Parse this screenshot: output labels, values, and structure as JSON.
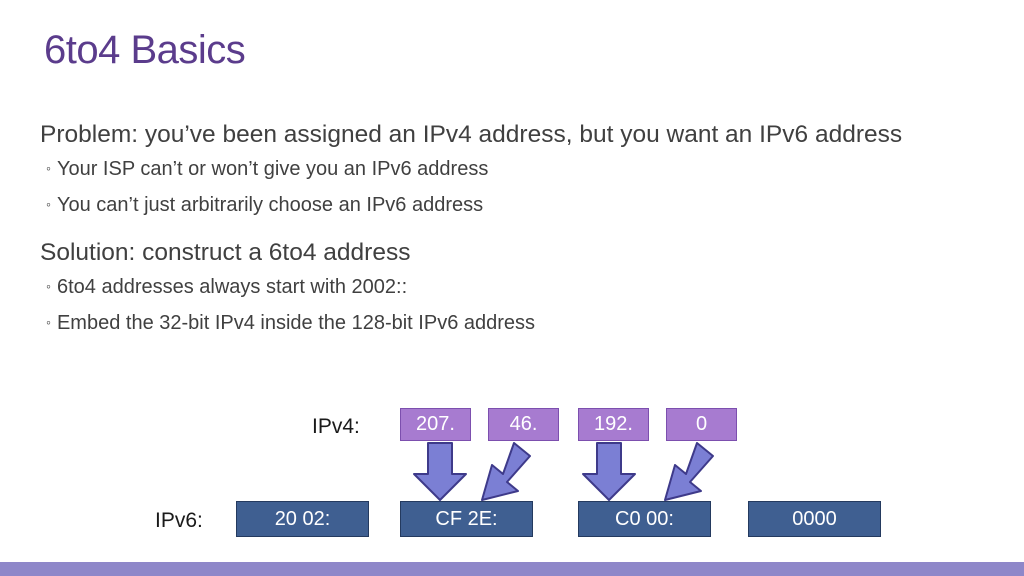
{
  "slide": {
    "title": "6to4 Basics",
    "bullets": [
      {
        "text": "Problem: you’ve been assigned an IPv4 address, but you want an IPv6 address",
        "sub": [
          "Your ISP can’t or won’t give you an IPv6 address",
          "You can’t just arbitrarily choose an IPv6 address"
        ]
      },
      {
        "text": "Solution: construct a 6to4 address",
        "sub": [
          "6to4 addresses always start with 2002::",
          "Embed the 32-bit IPv4 inside the 128-bit IPv6 address"
        ]
      }
    ],
    "bullet_glyph": "◦"
  },
  "diagram": {
    "ipv4_label": "IPv4:",
    "ipv6_label": "IPv6:",
    "ipv4_octets": [
      "207.",
      "46.",
      "192.",
      "0"
    ],
    "ipv6_groups": [
      "20 02:",
      "CF 2E:",
      "C0 00:",
      "0000"
    ]
  },
  "colors": {
    "title": "#5b3c8c",
    "ipv4_box": "#a77bd0",
    "ipv6_box": "#3f5f91",
    "arrow": "#7b7fd4",
    "bottom_bar": "#8e87c9"
  }
}
